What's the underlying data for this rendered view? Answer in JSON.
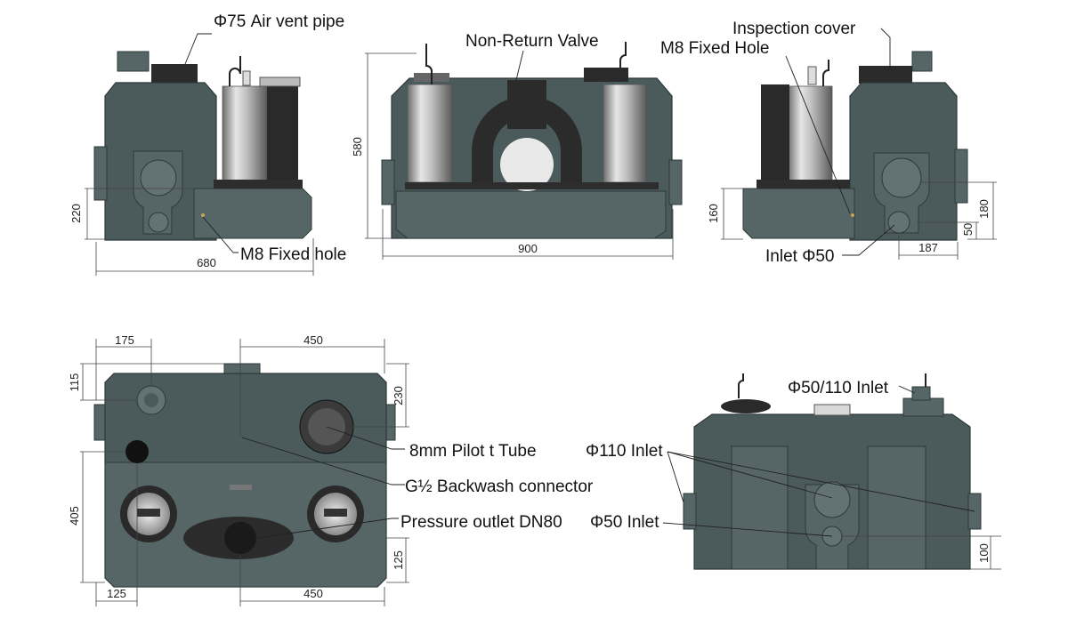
{
  "labels": {
    "air_vent": "Φ75  Air vent pipe",
    "non_return": "Non-Return Valve",
    "inspection": "Inspection cover",
    "m8_fixed_hole_upper": "M8 Fixed Hole",
    "m8_fixed_hole_lower": "M8 Fixed hole",
    "inlet_50_side": "Inlet  Φ50",
    "pilot_tube": "8mm Pilot t Tube",
    "backwash": "G½ Backwash connector",
    "pressure_outlet": "Pressure outlet DN80",
    "inlet_50_110": "Φ50/110 Inlet",
    "inlet_110": "Φ110 Inlet",
    "inlet_50_front": "Φ50 Inlet"
  },
  "dimensions": {
    "side_left_height": "220",
    "side_left_width": "680",
    "front_height": "580",
    "front_width": "900",
    "side_right_160": "160",
    "side_right_180": "180",
    "side_right_50": "50",
    "side_right_187": "187",
    "top_175": "175",
    "top_450_top": "450",
    "top_115": "115",
    "top_230": "230",
    "top_405": "405",
    "top_125_right": "125",
    "top_125_bottom": "125",
    "top_450_bottom": "450",
    "back_100": "100"
  },
  "colors": {
    "body": "#4b5a5b",
    "body_light": "#566566",
    "steel": "#c9c9c9"
  }
}
